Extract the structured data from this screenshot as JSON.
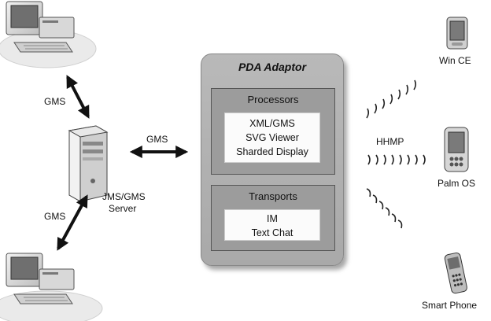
{
  "adaptor": {
    "title": "PDA Adaptor",
    "processors": {
      "title": "Processors",
      "items": [
        "XML/GMS",
        "SVG Viewer",
        "Sharded Display"
      ]
    },
    "transports": {
      "title": "Transports",
      "items": [
        "IM",
        "Text Chat"
      ]
    }
  },
  "server": {
    "label_line1": "JMS/GMS",
    "label_line2": "Server"
  },
  "links": {
    "top_client": "GMS",
    "bottom_client": "GMS",
    "adaptor": "GMS",
    "wireless": "HHMP"
  },
  "devices": {
    "win_ce": "Win CE",
    "palm_os": "Palm OS",
    "smart_phone": "Smart Phone"
  }
}
